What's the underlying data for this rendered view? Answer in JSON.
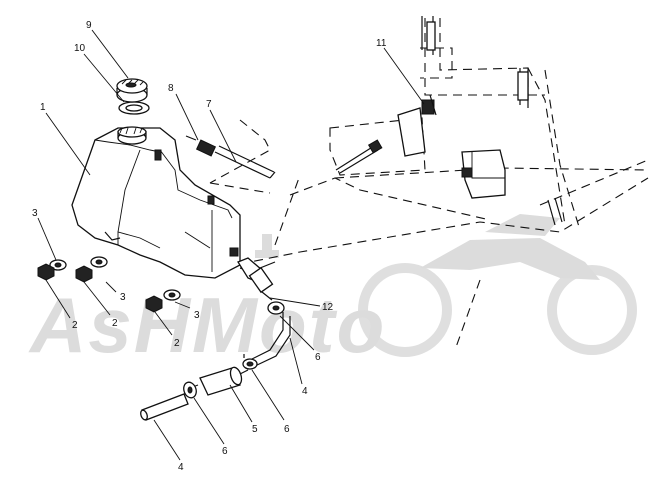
{
  "callouts": [
    {
      "id": "c9",
      "label": "9"
    },
    {
      "id": "c10",
      "label": "10"
    },
    {
      "id": "c1",
      "label": "1"
    },
    {
      "id": "c8",
      "label": "8"
    },
    {
      "id": "c7",
      "label": "7"
    },
    {
      "id": "c11",
      "label": "11"
    },
    {
      "id": "c3a",
      "label": "3"
    },
    {
      "id": "c3b",
      "label": "3"
    },
    {
      "id": "c3c",
      "label": "3"
    },
    {
      "id": "c2a",
      "label": "2"
    },
    {
      "id": "c2b",
      "label": "2"
    },
    {
      "id": "c2c",
      "label": "2"
    },
    {
      "id": "c12",
      "label": "12"
    },
    {
      "id": "c6a",
      "label": "6"
    },
    {
      "id": "c4a",
      "label": "4"
    },
    {
      "id": "c5",
      "label": "5"
    },
    {
      "id": "c6b",
      "label": "6"
    },
    {
      "id": "c6c",
      "label": "6"
    },
    {
      "id": "c4b",
      "label": "4"
    }
  ],
  "watermark": {
    "text": "AsHMoto"
  }
}
